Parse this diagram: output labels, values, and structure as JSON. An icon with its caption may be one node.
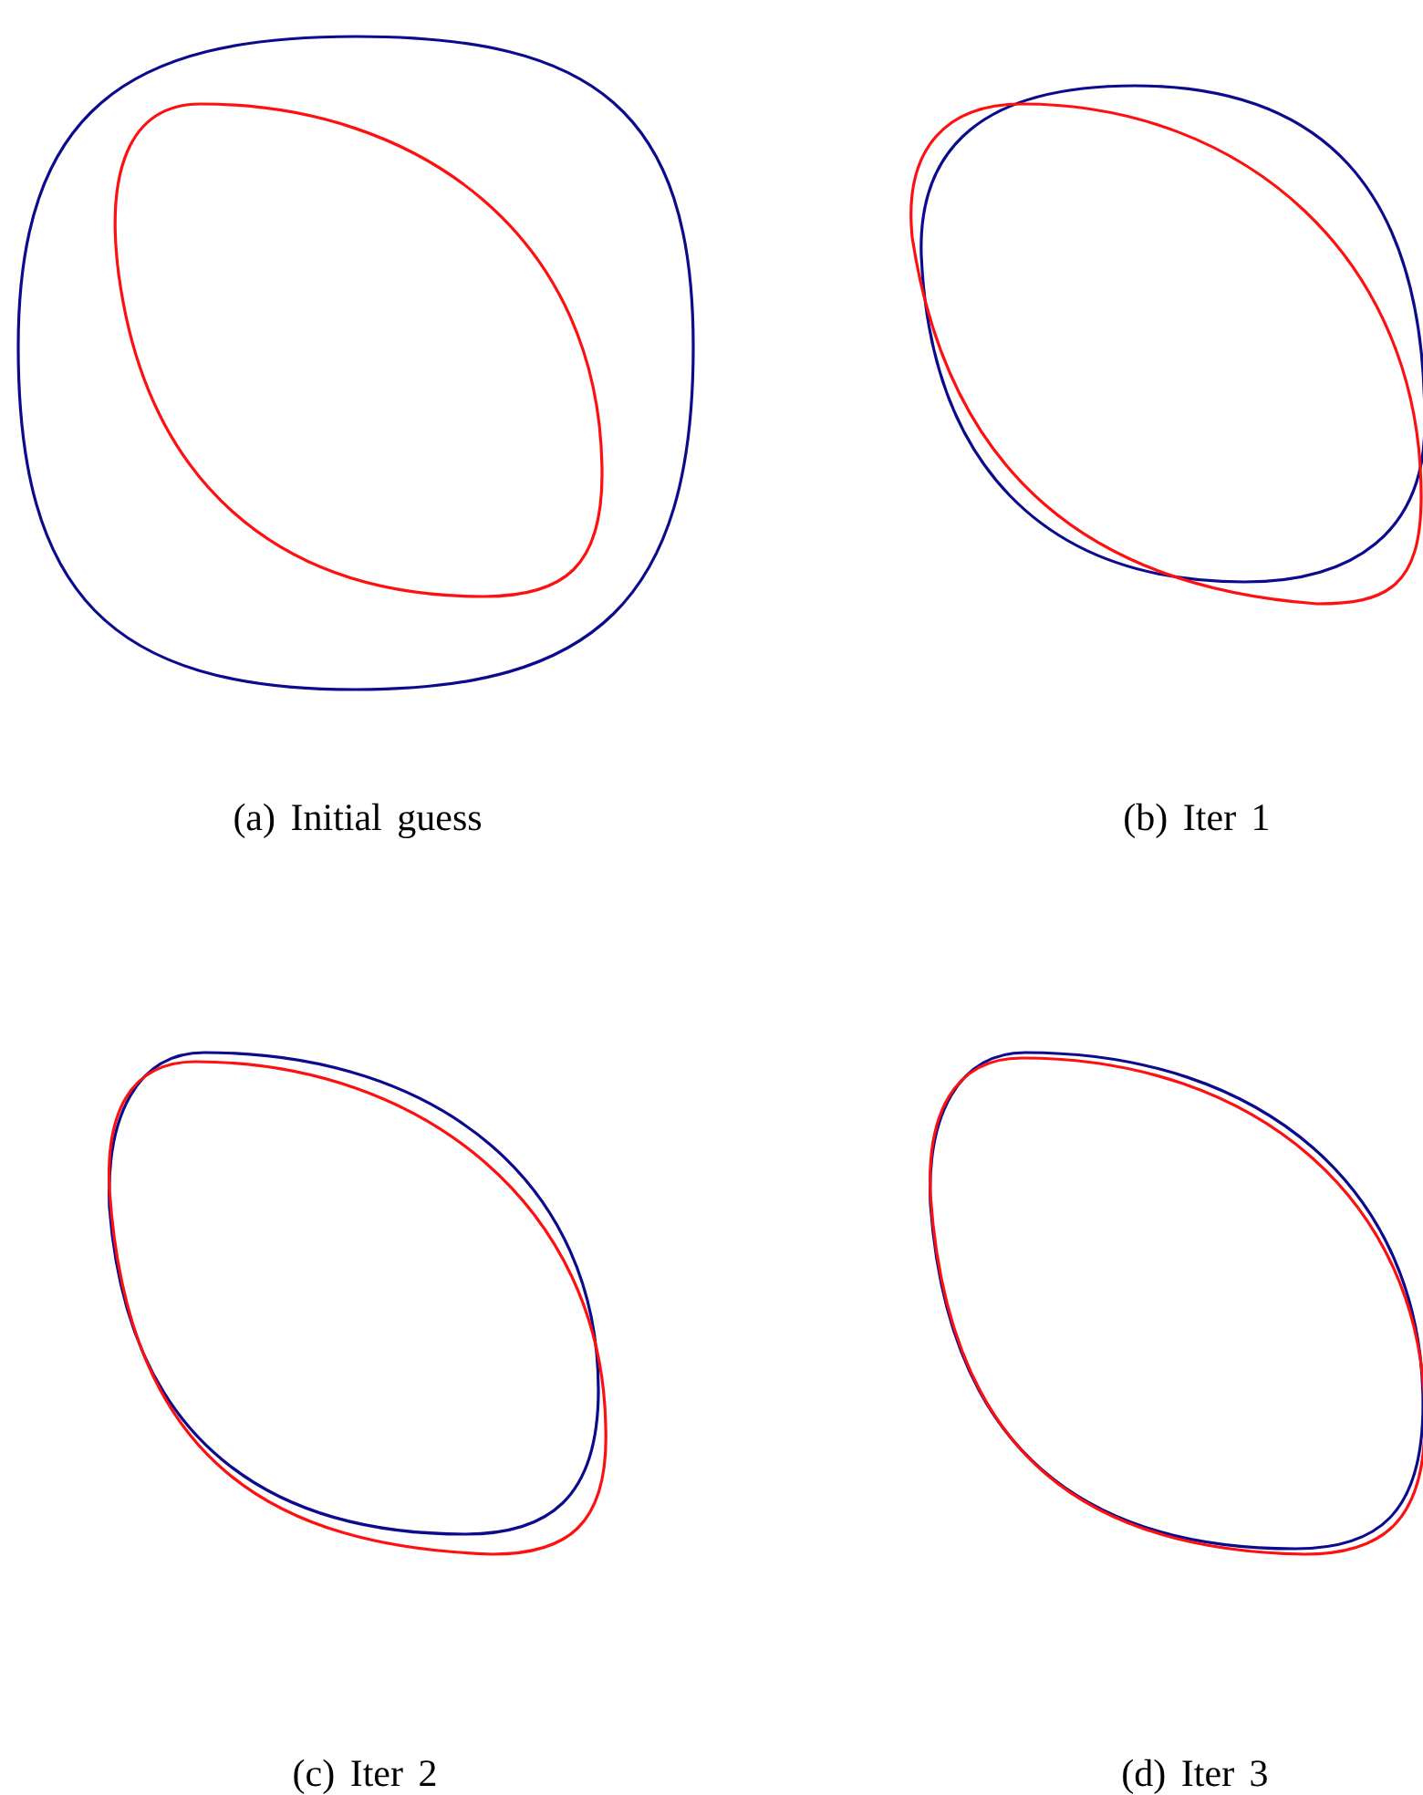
{
  "diagram": {
    "labels": [
      "(a) Initial guess",
      "(b) Iter 1",
      "(c) Iter 2",
      "(d) Iter 3"
    ]
  }
}
